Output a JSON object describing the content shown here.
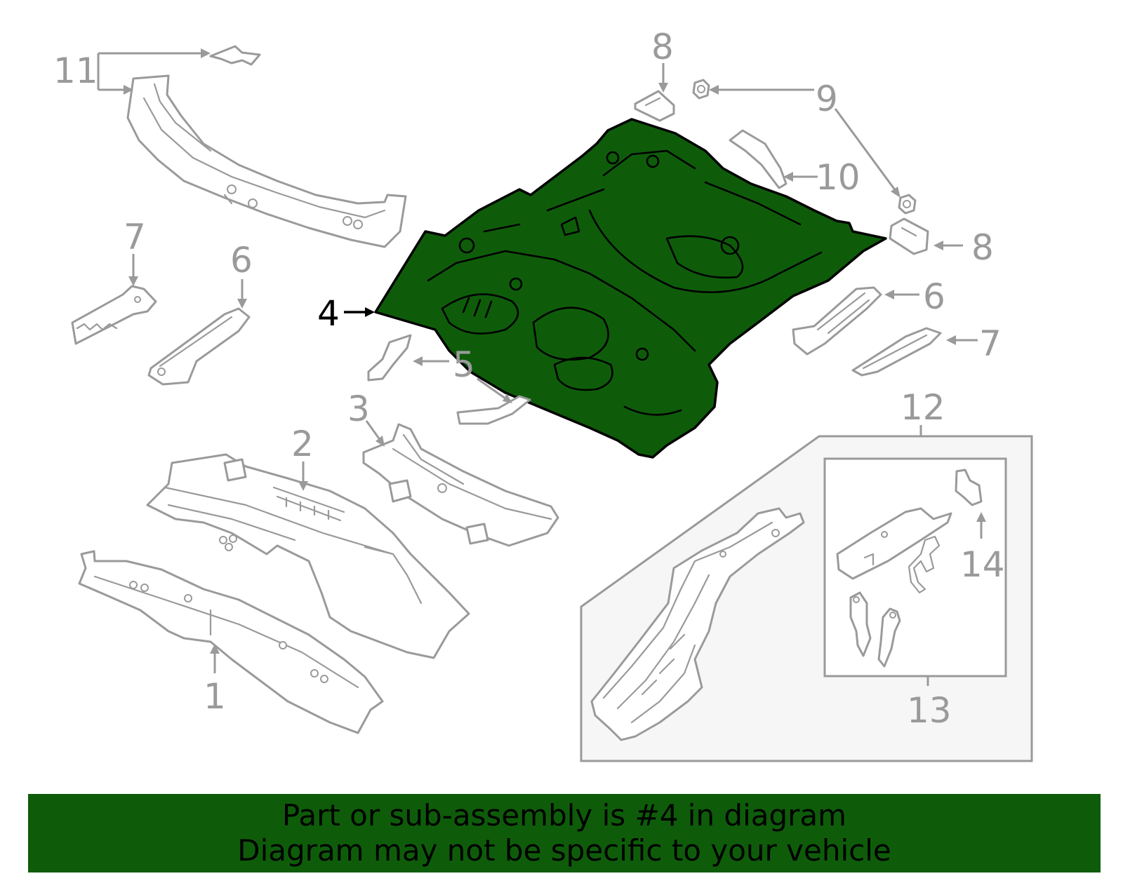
{
  "diagram": {
    "highlight_color": "#0e5c0a",
    "outline_color": "#9a9a9a",
    "callouts": {
      "p1": "1",
      "p2": "2",
      "p3": "3",
      "p4": "4",
      "p5": "5",
      "p6_left": "6",
      "p6_right": "6",
      "p7_left": "7",
      "p7_right": "7",
      "p8_top": "8",
      "p8_right": "8",
      "p9": "9",
      "p10": "10",
      "p11": "11",
      "p12": "12",
      "p13": "13",
      "p14": "14"
    }
  },
  "banner": {
    "line1": "Part or sub-assembly is #4 in diagram",
    "line2": "Diagram may not be specific to your vehicle",
    "background": "#0e5c0a"
  }
}
